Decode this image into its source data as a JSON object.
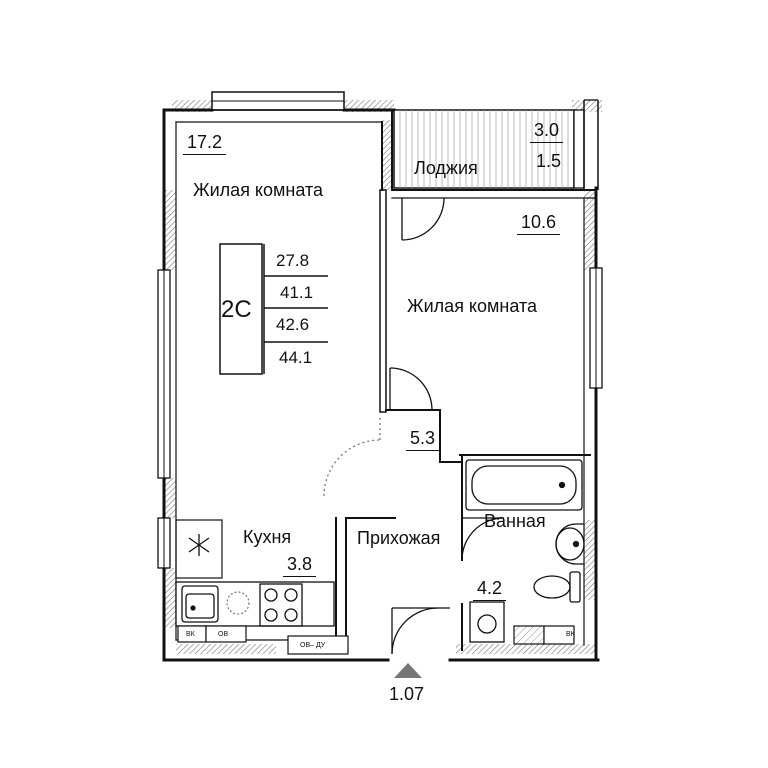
{
  "rooms": {
    "living1": {
      "name": "Жилая комната",
      "area": "17.2"
    },
    "living2": {
      "name": "Жилая комната",
      "area": "10.6"
    },
    "loggia": {
      "name": "Лоджия",
      "area_full": "3.0",
      "area_reduced": "1.5"
    },
    "kitchen": {
      "name": "Кухня",
      "area": "3.8"
    },
    "hall": {
      "name": "Прихожая",
      "area": "5.3"
    },
    "bath": {
      "name": "Ванная",
      "area": "4.2"
    }
  },
  "apartment": {
    "code": "2С",
    "areas": [
      "27.8",
      "41.1",
      "42.6",
      "44.1"
    ]
  },
  "entrance": {
    "level": "1.07"
  },
  "controls": {
    "vk1": "ВК",
    "ov1": "ОВ",
    "ovdu": "ОВ– ДУ",
    "vk2": "ВК"
  },
  "colors": {
    "wall": "#111111",
    "hatch": "#777777",
    "fixture": "#222222"
  }
}
